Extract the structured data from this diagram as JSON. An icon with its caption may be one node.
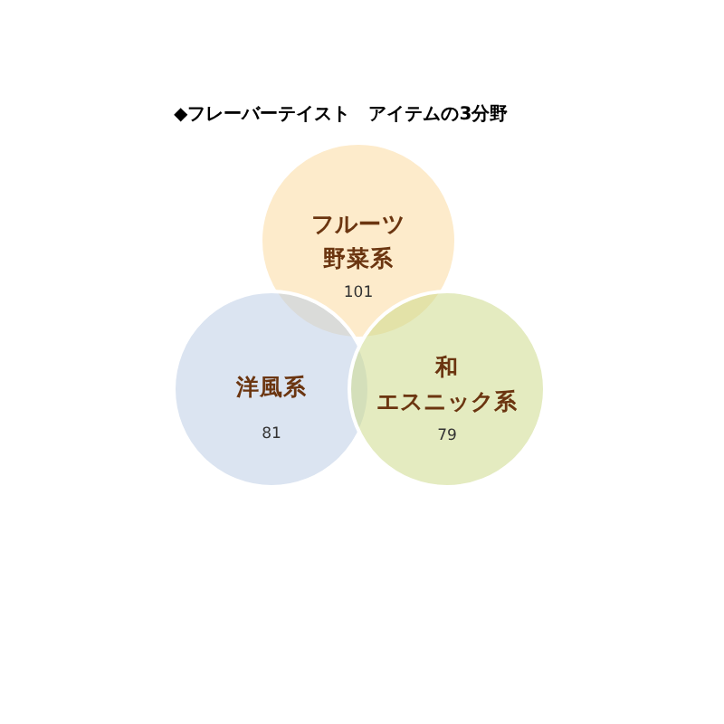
{
  "diagram": {
    "title": "◆フレーバーテイスト　アイテムの3分野",
    "nodes": [
      {
        "text": [
          "フルーツ野菜系",
          "101"
        ]
      },
      {
        "text": [
          "洋風系",
          "81"
        ]
      },
      {
        "text": [
          "和エスニック系",
          "79"
        ]
      }
    ]
  }
}
